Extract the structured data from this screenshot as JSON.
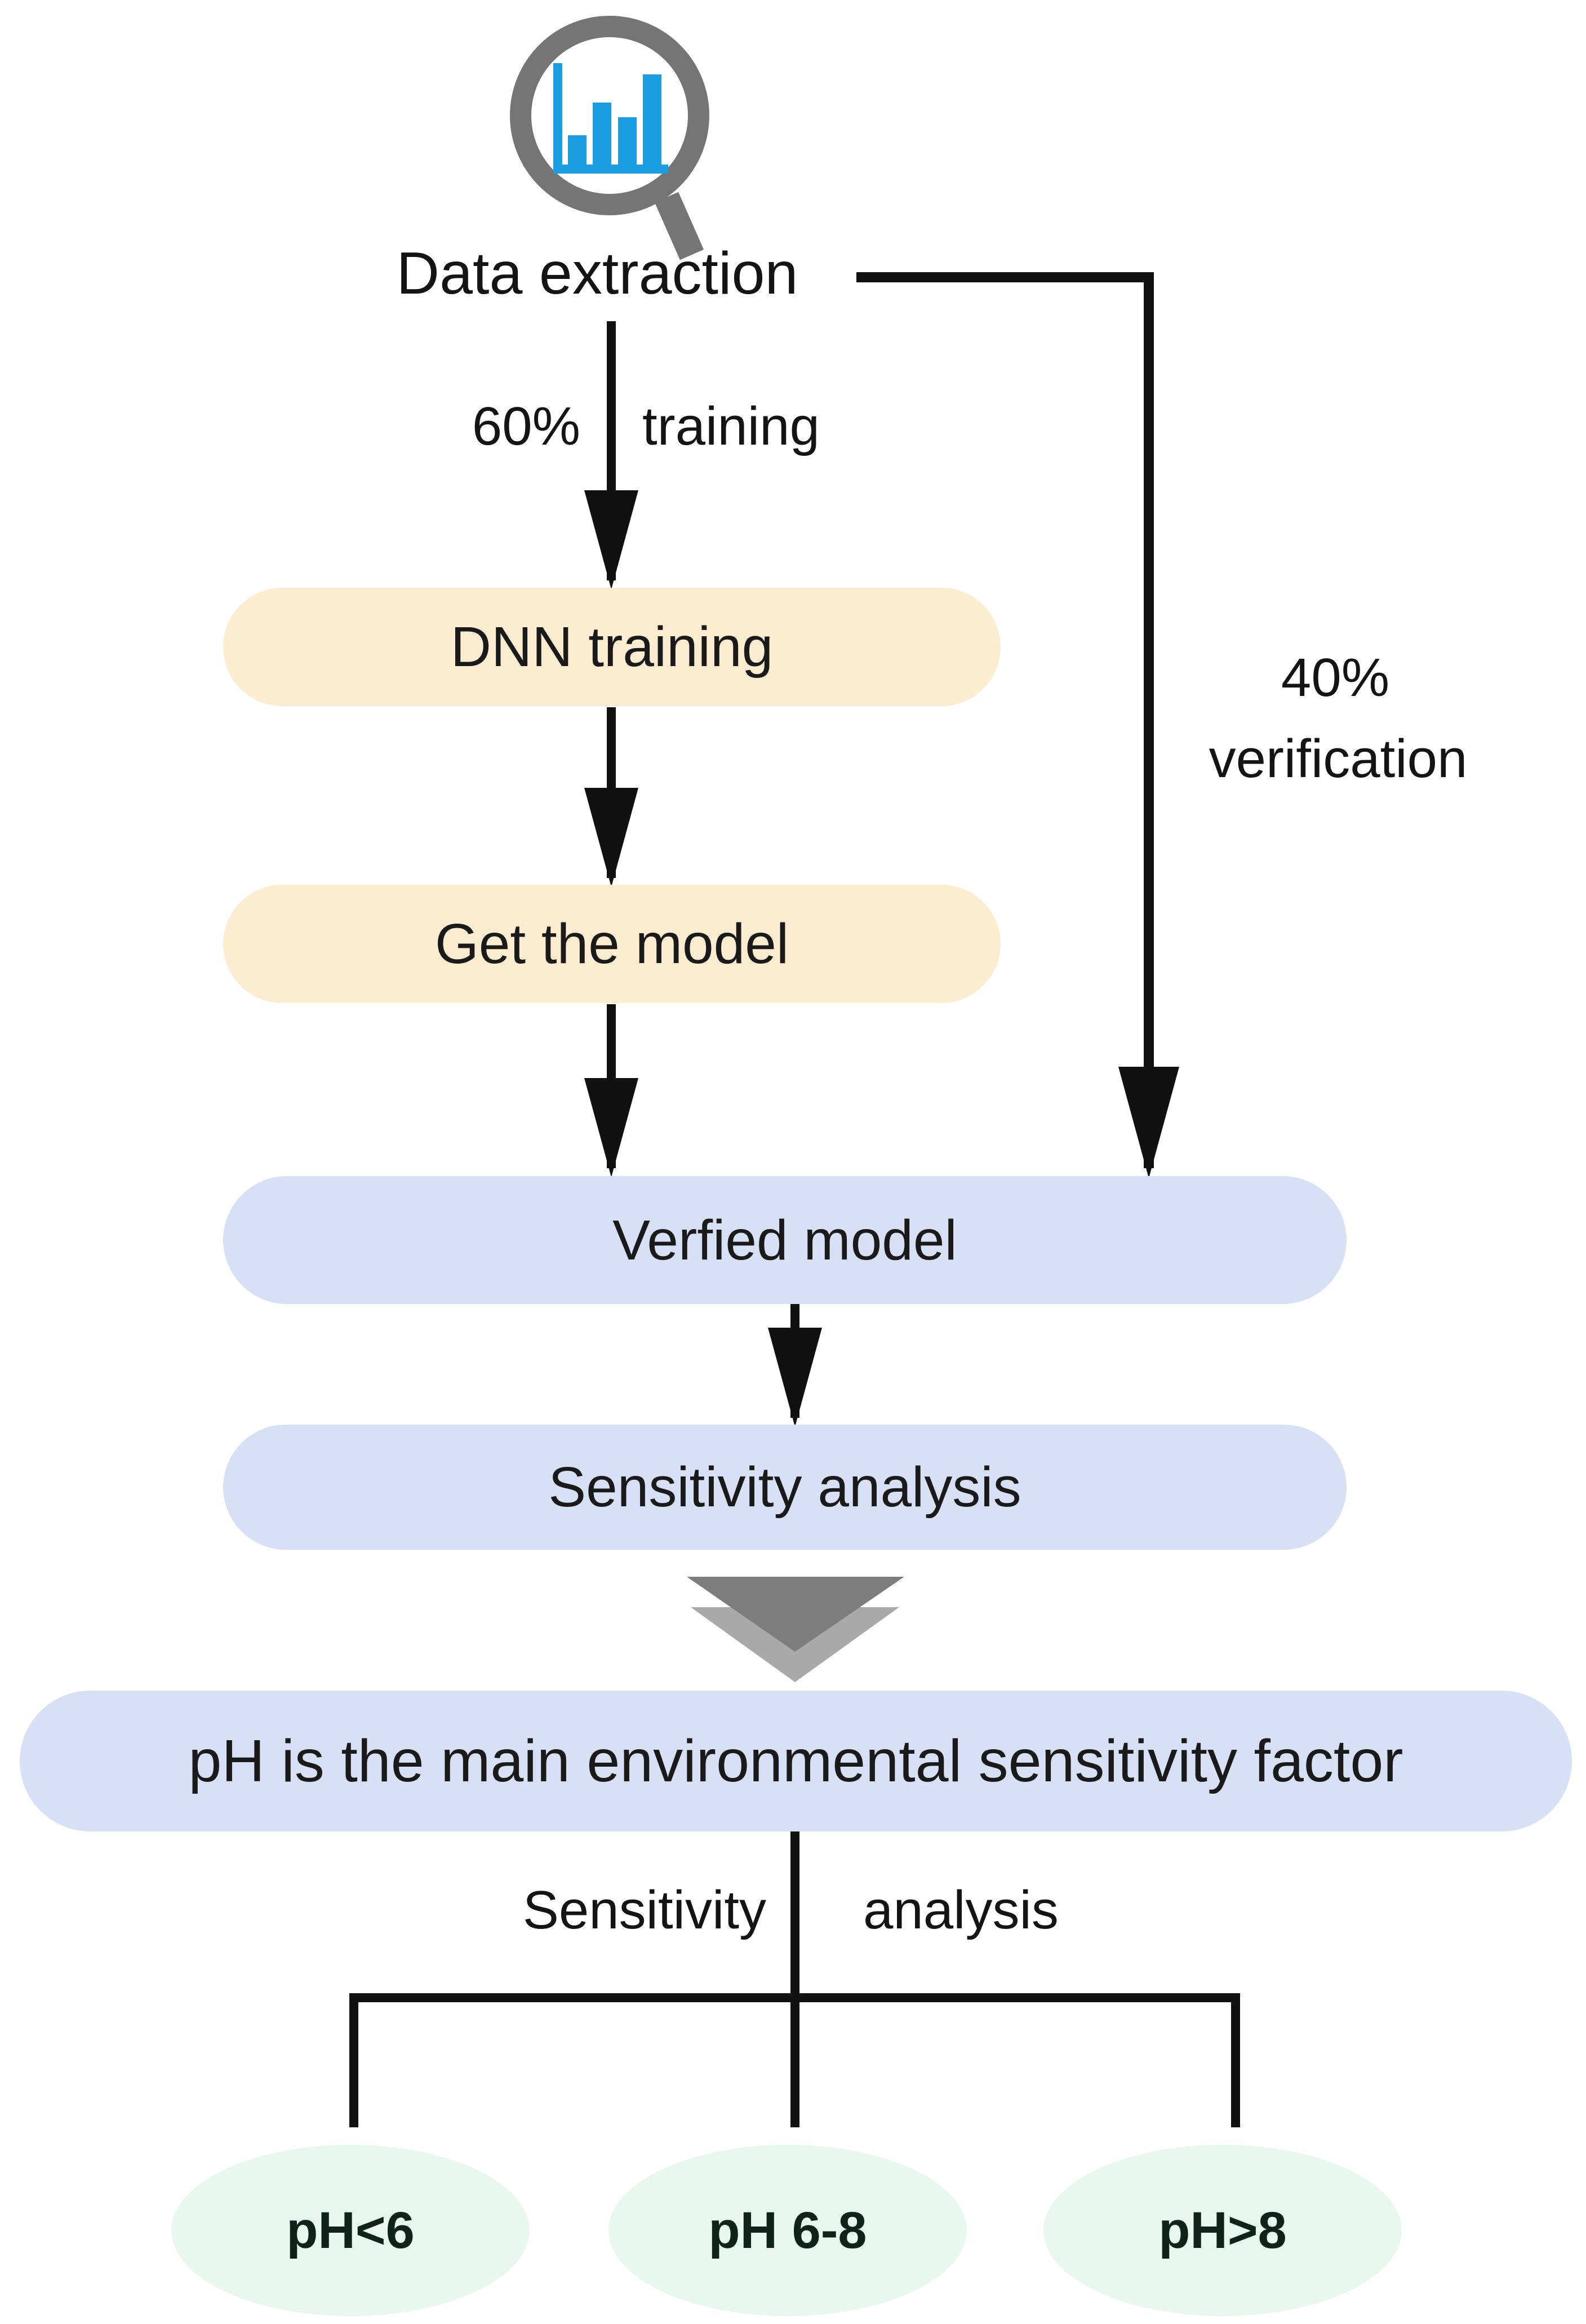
{
  "diagram": {
    "icon": "magnifier-bar-chart-icon",
    "source_node": {
      "label": "Data extraction"
    },
    "edge_labels": {
      "train_pct": "60%",
      "train_word": "training",
      "verify_pct": "40%",
      "verify_word": "verification",
      "split_left": "Sensitivity",
      "split_right": "analysis"
    },
    "nodes": {
      "dnn_training": "DNN training",
      "get_model": "Get the model",
      "verified_model": "Verfied model",
      "sensitivity_analysis": "Sensitivity analysis",
      "conclusion": "pH is the main environmental sensitivity factor",
      "ph_low": "pH<6",
      "ph_mid": "pH 6-8",
      "ph_high": "pH>8"
    },
    "colors": {
      "peach_box": "#fcecd0",
      "blue_box": "#d7e0f5",
      "green_ellipse": "#e9f8ee",
      "line": "#111111",
      "icon_gray": "#757575",
      "icon_blue": "#1b9de2",
      "chevron_dark": "#7d7d7d",
      "chevron_light": "#a9a9a9",
      "text": "#141414"
    }
  }
}
